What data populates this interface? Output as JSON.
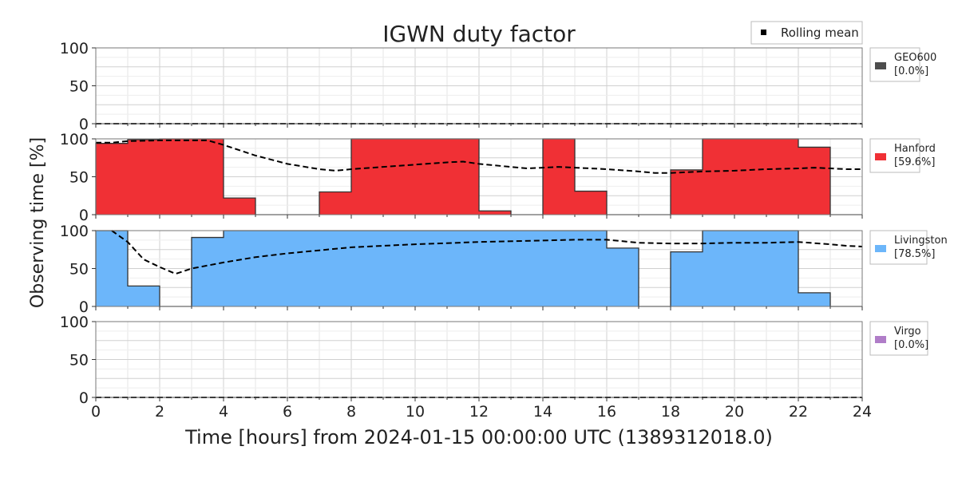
{
  "chart_data": {
    "type": "bar",
    "title": "IGWN duty factor",
    "xlabel": "Time [hours] from 2024-01-15 00:00:00 UTC (1389312018.0)",
    "ylabel": "Observing time [%]",
    "xlim": [
      0,
      24
    ],
    "ylim": [
      0,
      100
    ],
    "xticks": [
      "0",
      "2",
      "4",
      "6",
      "8",
      "10",
      "12",
      "14",
      "16",
      "18",
      "20",
      "22",
      "24"
    ],
    "yticks": [
      "0",
      "50",
      "100"
    ],
    "grid": true,
    "legend_rolling": "Rolling mean",
    "series": [
      {
        "name": "GEO600",
        "pct": "[0.0%]",
        "color": "#4d4d4d",
        "values": [
          0,
          0,
          0,
          0,
          0,
          0,
          0,
          0,
          0,
          0,
          0,
          0,
          0,
          0,
          0,
          0,
          0,
          0,
          0,
          0,
          0,
          0,
          0,
          0
        ],
        "rolling": [
          [
            0,
            0
          ],
          [
            24,
            0
          ]
        ]
      },
      {
        "name": "Hanford",
        "pct": "[59.6%]",
        "color": "#f03035",
        "values": [
          94,
          99,
          100,
          100,
          22,
          0,
          0,
          30,
          100,
          100,
          100,
          100,
          5,
          0,
          100,
          31,
          0,
          0,
          59,
          100,
          100,
          100,
          89,
          0
        ],
        "rolling": [
          [
            0,
            95
          ],
          [
            0.5,
            95
          ],
          [
            1,
            97
          ],
          [
            2,
            98
          ],
          [
            3,
            98
          ],
          [
            3.5,
            98
          ],
          [
            4,
            92
          ],
          [
            5,
            78
          ],
          [
            6,
            67
          ],
          [
            7,
            60
          ],
          [
            7.5,
            58
          ],
          [
            8,
            60
          ],
          [
            9,
            63
          ],
          [
            10,
            66
          ],
          [
            11,
            69
          ],
          [
            11.5,
            70
          ],
          [
            12,
            67
          ],
          [
            13,
            63
          ],
          [
            13.5,
            61
          ],
          [
            14,
            62
          ],
          [
            14.5,
            63
          ],
          [
            15,
            62
          ],
          [
            16,
            60
          ],
          [
            17,
            57
          ],
          [
            17.5,
            55
          ],
          [
            18,
            55
          ],
          [
            19,
            57
          ],
          [
            20,
            58
          ],
          [
            21,
            60
          ],
          [
            22,
            61
          ],
          [
            22.5,
            62
          ],
          [
            23,
            61
          ],
          [
            23.5,
            60
          ],
          [
            24,
            60
          ]
        ]
      },
      {
        "name": "Livingston",
        "pct": "[78.5%]",
        "color": "#6cb6fa",
        "values": [
          100,
          27,
          0,
          91,
          100,
          100,
          100,
          100,
          100,
          100,
          100,
          100,
          100,
          100,
          100,
          100,
          77,
          0,
          72,
          100,
          100,
          100,
          18,
          0
        ],
        "rolling": [
          [
            0.5,
            100
          ],
          [
            1,
            85
          ],
          [
            1.5,
            62
          ],
          [
            2,
            52
          ],
          [
            2.5,
            43
          ],
          [
            3,
            50
          ],
          [
            4,
            58
          ],
          [
            5,
            65
          ],
          [
            6,
            70
          ],
          [
            8,
            78
          ],
          [
            10,
            82
          ],
          [
            12,
            85
          ],
          [
            14,
            87
          ],
          [
            15,
            88
          ],
          [
            16,
            88
          ],
          [
            16.5,
            86
          ],
          [
            17,
            84
          ],
          [
            18,
            83
          ],
          [
            19,
            83
          ],
          [
            20,
            84
          ],
          [
            21,
            84
          ],
          [
            22,
            85
          ],
          [
            23,
            82
          ],
          [
            23.5,
            80
          ],
          [
            24,
            79
          ]
        ]
      },
      {
        "name": "Virgo",
        "pct": "[0.0%]",
        "color": "#b07dc8",
        "values": [
          0,
          0,
          0,
          0,
          0,
          0,
          0,
          0,
          0,
          0,
          0,
          0,
          0,
          0,
          0,
          0,
          0,
          0,
          0,
          0,
          0,
          0,
          0,
          0
        ],
        "rolling": [
          [
            0,
            0
          ],
          [
            24,
            0
          ]
        ]
      }
    ]
  }
}
